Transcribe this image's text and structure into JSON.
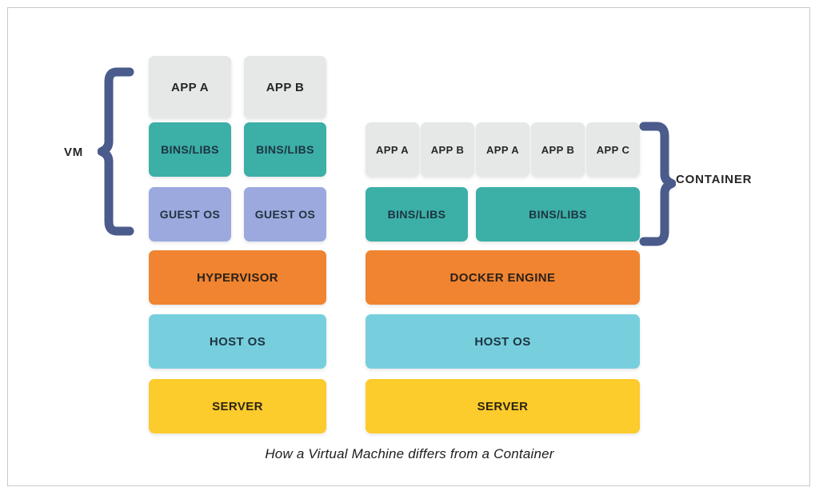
{
  "caption": "How a Virtual Machine differs from a Container",
  "colors": {
    "app": "#E6E8E8",
    "bins_libs": "#3CAFA7",
    "guest_os": "#9BA9DF",
    "engine": "#F08430",
    "host_os": "#77CFDD",
    "server": "#FCCB2C",
    "brace": "#4A5B8C",
    "frame_border": "#C9C9C9",
    "background": "#FFFFFF",
    "text": "#262626"
  },
  "vm_side": {
    "bracket_label": "VM",
    "apps": [
      {
        "label": "APP A"
      },
      {
        "label": "APP B"
      }
    ],
    "bins_libs": [
      {
        "label": "BINS/LIBS"
      },
      {
        "label": "BINS/LIBS"
      }
    ],
    "guest_os": [
      {
        "label": "GUEST OS"
      },
      {
        "label": "GUEST OS"
      }
    ],
    "engine": {
      "label": "HYPERVISOR"
    },
    "host_os": {
      "label": "HOST OS"
    },
    "server": {
      "label": "SERVER"
    }
  },
  "container_side": {
    "bracket_label": "CONTAINER",
    "apps": [
      {
        "label": "APP A"
      },
      {
        "label": "APP B"
      },
      {
        "label": "APP A"
      },
      {
        "label": "APP B"
      },
      {
        "label": "APP C"
      }
    ],
    "bins_libs": [
      {
        "label": "BINS/LIBS"
      },
      {
        "label": "BINS/LIBS"
      }
    ],
    "engine": {
      "label": "DOCKER ENGINE"
    },
    "host_os": {
      "label": "HOST OS"
    },
    "server": {
      "label": "SERVER"
    }
  }
}
